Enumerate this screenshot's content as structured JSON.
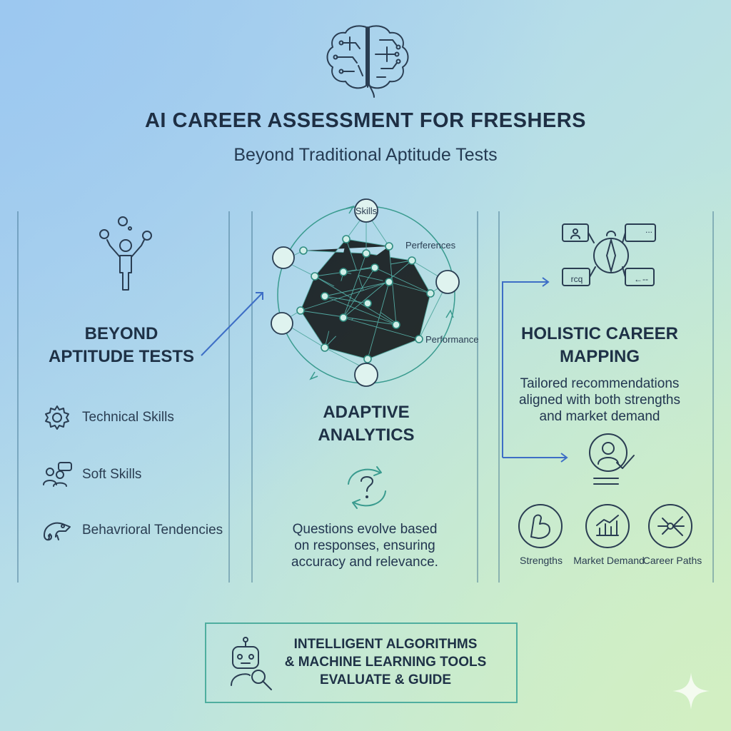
{
  "header": {
    "title": "AI CAREER ASSESSMENT FOR FRESHERS",
    "subtitle": "Beyond Traditional Aptitude Tests",
    "brain_icon": "circuit-brain-icon"
  },
  "left_panel": {
    "heading_line1": "BEYOND",
    "heading_line2": "APTITUDE TESTS",
    "icon": "juggling-person-icon",
    "items": [
      {
        "label": "Technical Skills",
        "icon": "gear-icon"
      },
      {
        "label": "Soft Skills",
        "icon": "people-chat-icon"
      },
      {
        "label": "Behavrioral Tendencies",
        "icon": "chameleon-icon"
      }
    ]
  },
  "center_panel": {
    "network_labels": {
      "skills": "Skills",
      "preferences": "Perferences",
      "performance": "Performance"
    },
    "heading_line1": "ADAPTIVE",
    "heading_line2": "ANALYTICS",
    "icon": "question-cycle-icon",
    "description": [
      "Questions evolve based",
      "on responses, ensuring",
      "accuracy and relevance."
    ]
  },
  "right_panel": {
    "icon": "compass-chat-icon",
    "bubble_texts": [
      "...",
      "rcq",
      "←--"
    ],
    "heading_line1": "HOLISTIC CAREER",
    "heading_line2": "MAPPING",
    "description": [
      "Tailored recommendations",
      "aligned with both strengths",
      "and market demand"
    ],
    "profile_icon": "profile-check-icon",
    "categories": [
      {
        "label": "Strengths",
        "icon": "flexed-arm-icon"
      },
      {
        "label": "Market Demand",
        "icon": "bar-chart-icon"
      },
      {
        "label": "Career Paths",
        "icon": "branching-paths-icon"
      }
    ]
  },
  "footer": {
    "icon": "robot-magnifier-icon",
    "lines": [
      "INTELLIGENT ALGORITHMS",
      "& MACHINE LEARNING TOOLS",
      "EVALUATE & GUIDE"
    ],
    "corner_icon": "sparkle-icon"
  }
}
